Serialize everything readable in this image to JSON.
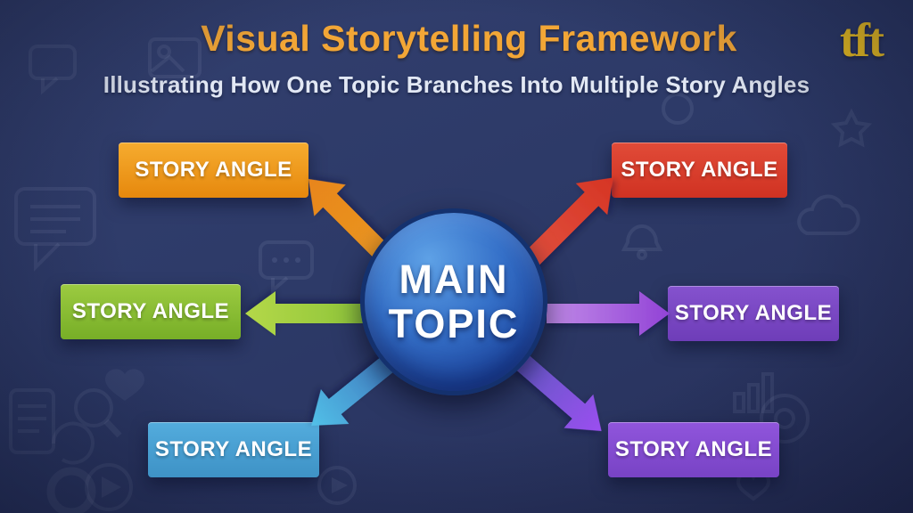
{
  "header": {
    "title": "Visual Storytelling Framework",
    "title_color": "#F2A636",
    "subtitle": "Illustrating How One Topic Branches Into Multiple Story Angles",
    "subtitle_color": "#E2E8F4",
    "logo_text": "tft",
    "logo_color": "#F6C71E"
  },
  "diagram": {
    "center": {
      "line1": "MAIN",
      "line2": "TOPIC",
      "fill_light": "#5EA1E6",
      "fill_mid": "#3570C8",
      "fill_dark": "#1B429A",
      "rim": "#14316E",
      "text_color": "#FFFFFF"
    },
    "branches": [
      {
        "position": "top-left",
        "label": "STORY ANGLE",
        "box_top": "#F6AC2F",
        "box_bottom": "#E6880D",
        "arrow_from": "#EA9A22",
        "arrow_to": "#E8851C"
      },
      {
        "position": "top-right",
        "label": "STORY ANGLE",
        "box_top": "#E14B38",
        "box_bottom": "#D03222",
        "arrow_from": "#E25240",
        "arrow_to": "#D63524"
      },
      {
        "position": "middle-left",
        "label": "STORY ANGLE",
        "box_top": "#9CCB41",
        "box_bottom": "#77AE27",
        "arrow_from": "#8DC43A",
        "arrow_to": "#B4D848"
      },
      {
        "position": "middle-right",
        "label": "STORY ANGLE",
        "box_top": "#8552CE",
        "box_bottom": "#6E3DB8",
        "arrow_from": "#C18BE8",
        "arrow_to": "#9243D6"
      },
      {
        "position": "bottom-left",
        "label": "STORY ANGLE",
        "box_top": "#53ACDD",
        "box_bottom": "#3E92C6",
        "arrow_from": "#3D72BA",
        "arrow_to": "#52C0E8"
      },
      {
        "position": "bottom-right",
        "label": "STORY ANGLE",
        "box_top": "#9055DC",
        "box_bottom": "#7843C5",
        "arrow_from": "#6058C2",
        "arrow_to": "#9B4FF0"
      }
    ]
  },
  "background_icons": [
    "speech-bubble",
    "document-list",
    "magnifier",
    "play-button",
    "refresh-ring",
    "ring",
    "heart",
    "gear",
    "photo",
    "chart-bars",
    "cloud",
    "bell",
    "star",
    "chat-dots"
  ]
}
